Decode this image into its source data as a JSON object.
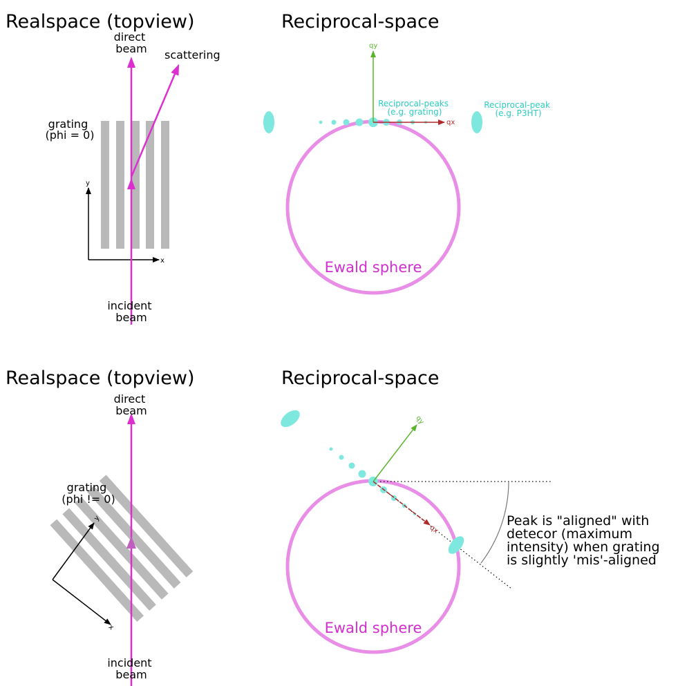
{
  "colors": {
    "beam": "#dd2fd0",
    "ewald": "#e88ee6",
    "ewald_text": "#d22ecf",
    "peak": "#7ee8df",
    "peak_text": "#2ccdbf",
    "grating": "#b9b9b9",
    "qx": "#b02a2a",
    "qy": "#5ab42d"
  },
  "top": {
    "real_title": "Realspace (topview)",
    "recip_title": "Reciprocal-space",
    "direct_beam": [
      "direct",
      "beam"
    ],
    "scattering": "scattering",
    "grating": [
      "grating",
      "(phi = 0)"
    ],
    "incident_beam": [
      "incident",
      "beam"
    ],
    "axis_x": "x",
    "axis_y": "y",
    "qx": "qx",
    "qy": "qy",
    "peaks_label": [
      "Reciprocal-peaks",
      "(e.g. grating)"
    ],
    "peak_label": [
      "Reciprocal-peak",
      "(e.g. P3HT)"
    ],
    "ewald": "Ewald sphere"
  },
  "bottom": {
    "real_title": "Realspace (topview)",
    "recip_title": "Reciprocal-space",
    "direct_beam": [
      "direct",
      "beam"
    ],
    "grating": [
      "grating",
      "(phi != 0)"
    ],
    "incident_beam": [
      "incident",
      "beam"
    ],
    "axis_x": "x",
    "axis_y": "y",
    "qx": "qx",
    "qy": "qy",
    "ewald": "Ewald sphere",
    "note": [
      "Peak is \"aligned\" with",
      "detecor (maximum",
      "intensity) when grating",
      "is slightly 'mis'-aligned"
    ]
  }
}
